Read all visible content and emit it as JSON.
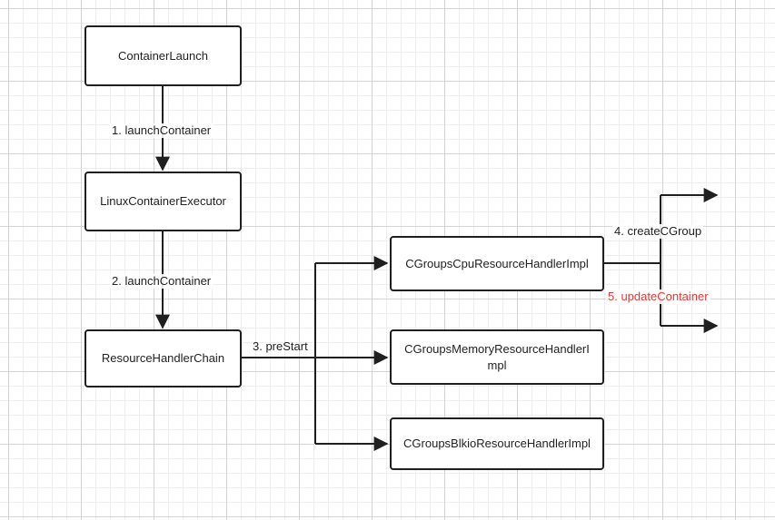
{
  "nodes": {
    "container_launch": "ContainerLaunch",
    "linux_container_executor": "LinuxContainerExecutor",
    "resource_handler_chain": "ResourceHandlerChain",
    "cgroups_cpu": "CGroupsCpuResourceHandlerImpl",
    "cgroups_memory_line1": "CGroupsMemoryResourceHandlerI",
    "cgroups_memory_line2": "mpl",
    "cgroups_blkio": "CGroupsBlkioResourceHandlerImpl"
  },
  "edges": {
    "step1": "1. launchContainer",
    "step2": "2. launchContainer",
    "step3": "3. preStart",
    "step4": "4. createCGroup",
    "step5": "5. updateContainer"
  },
  "colors": {
    "line": "#1f1f1f",
    "highlight": "#e53935",
    "grid_major": "#d4d4d4",
    "grid_minor": "#eeeeee"
  }
}
